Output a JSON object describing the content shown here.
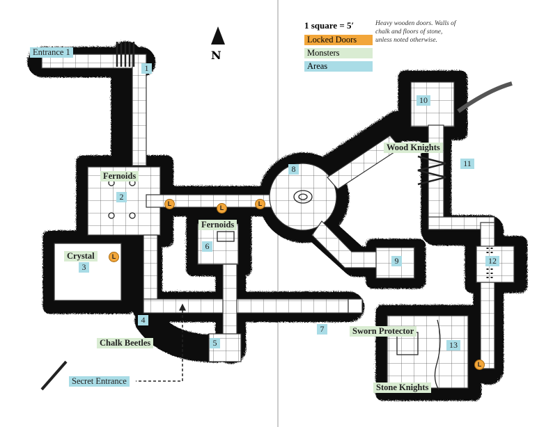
{
  "legend": {
    "scale": "1 square = 5′",
    "locked_doors": "Locked Doors",
    "monsters": "Monsters",
    "areas": "Areas",
    "locked_color": "#f2a63a",
    "monster_color": "#d9ecd2",
    "area_color": "#a9dce6"
  },
  "notes": "Heavy wooden doors. Walls of chalk and floors of stone, unless noted otherwise.",
  "compass": "N",
  "lock_symbol": "L",
  "entrances": {
    "entrance1": "Entrance 1",
    "secret": "Secret Entrance"
  },
  "areas": [
    "1",
    "2",
    "3",
    "4",
    "5",
    "6",
    "7",
    "8",
    "9",
    "10",
    "11",
    "12",
    "13"
  ],
  "area_names": {
    "crystal": "Crystal"
  },
  "monsters": {
    "fernoids_a": "Fernoids",
    "fernoids_b": "Fernoids",
    "chalk_beetles": "Chalk Beetles",
    "wood_knights": "Wood Knights",
    "sworn_protector": "Sworn Protector",
    "stone_knights": "Stone Knights"
  }
}
